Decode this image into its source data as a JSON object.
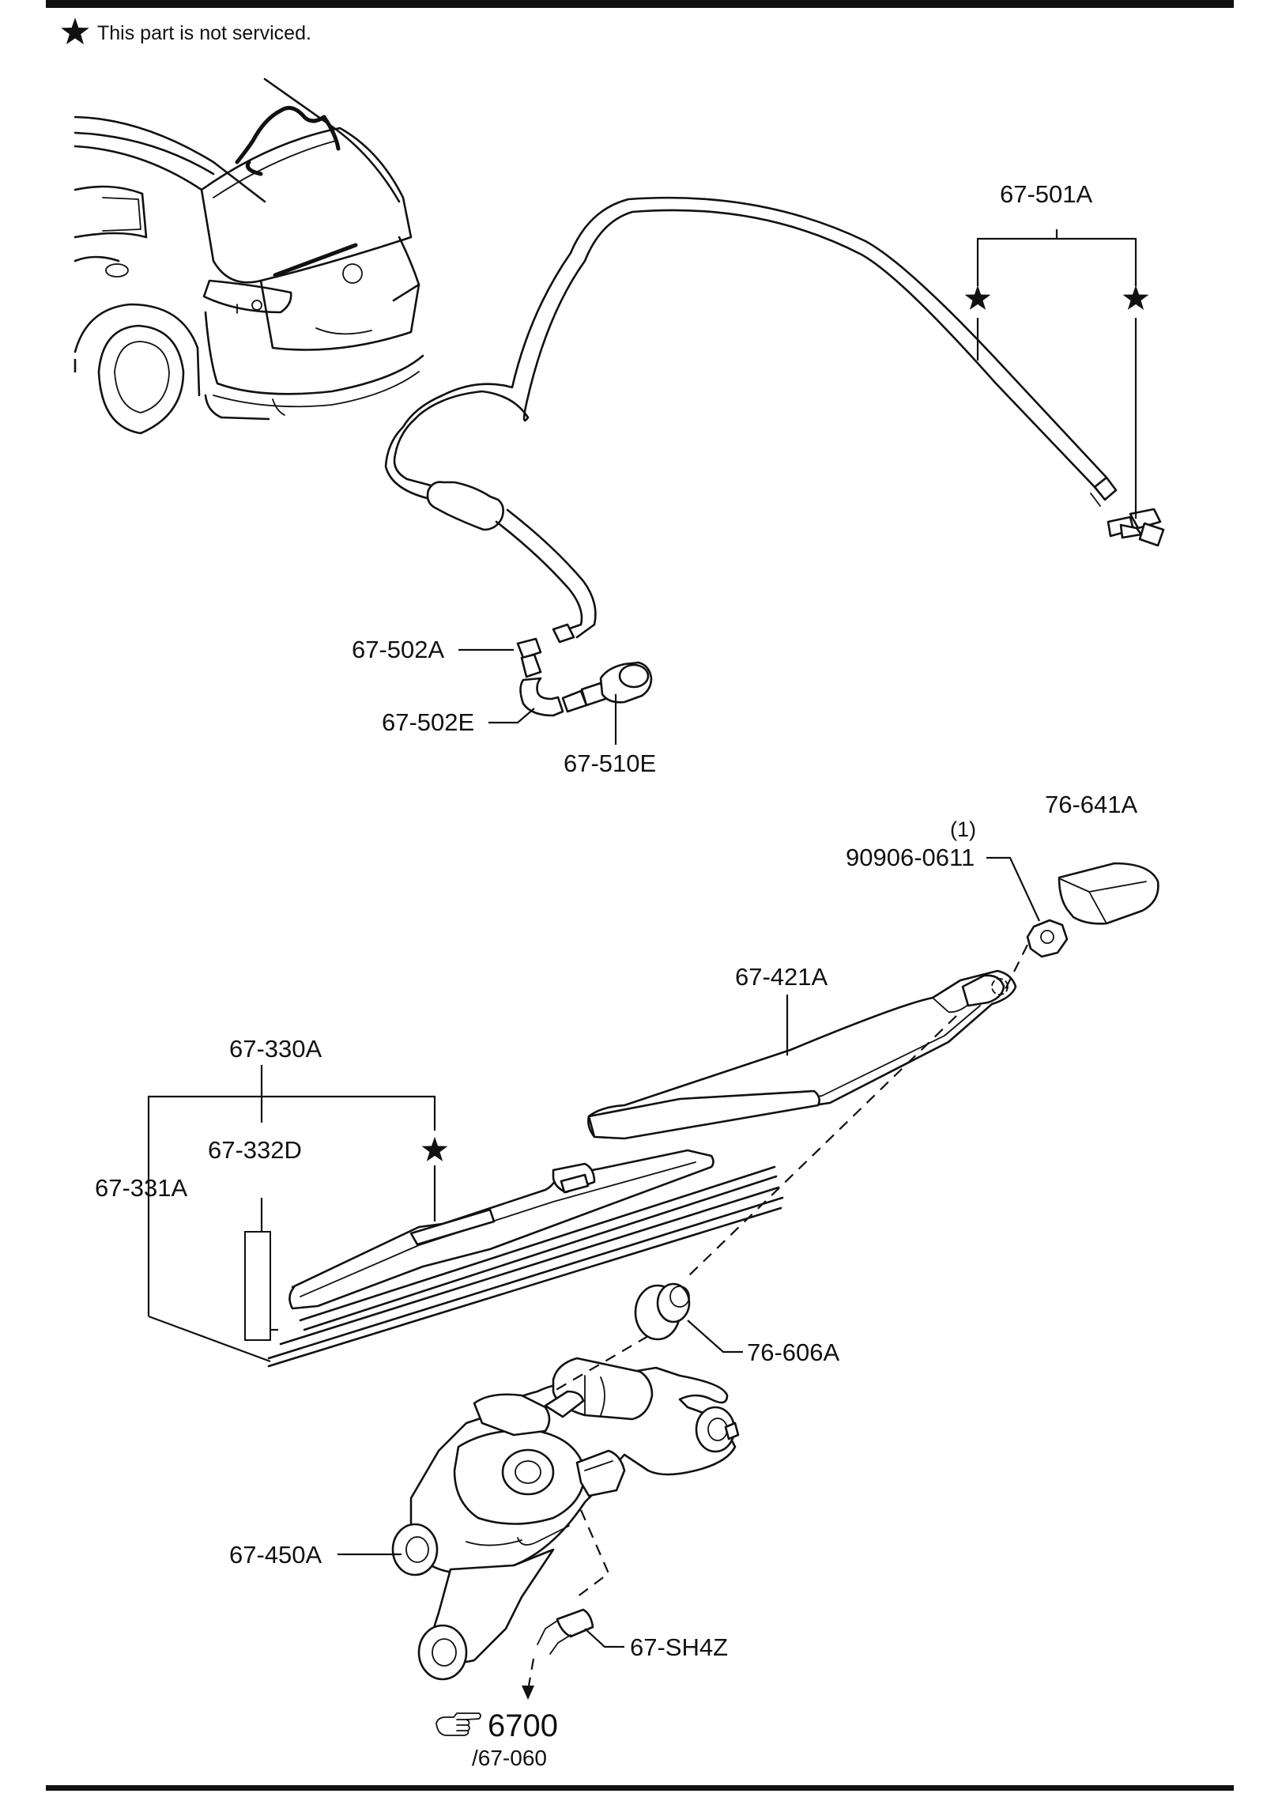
{
  "legend": {
    "symbol_icon": "star-icon",
    "text": "This part is not serviced."
  },
  "labels": {
    "hose_assembly": "67-501A",
    "joint": "67-502A",
    "elbow_hose": "67-502E",
    "nozzle": "67-510E",
    "nut_qty": "(1)",
    "nut": "90906-0611",
    "cap": "76-641A",
    "wiper_arm": "67-421A",
    "blade_assembly": "67-330A",
    "blade_rubber": "67-332D",
    "blade_refill": "67-331A",
    "grommet": "76-606A",
    "motor": "67-450A",
    "connector": "67-SH4Z"
  },
  "reference": {
    "hand_icon": "pointing-hand-icon",
    "page": "6700",
    "subpage": "/67-060"
  }
}
